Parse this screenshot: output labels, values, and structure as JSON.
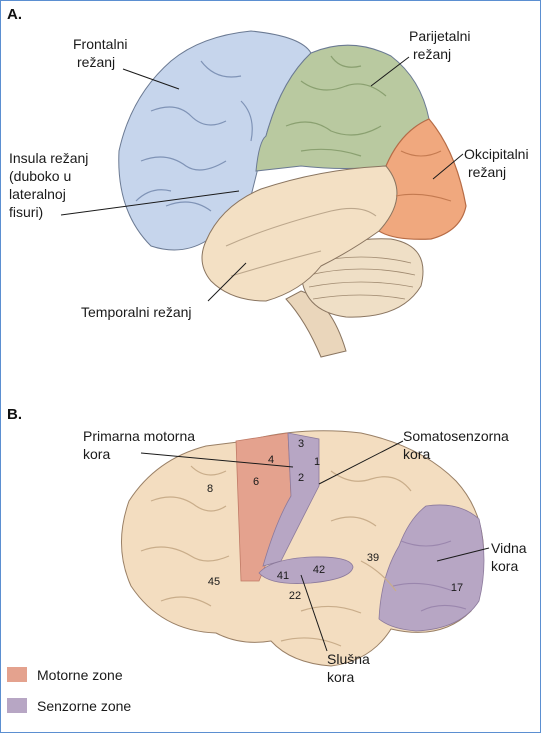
{
  "colors": {
    "frontal": "#c6d5ec",
    "parietal": "#b9c9a0",
    "occipital": "#f0a87e",
    "temporal": "#f3e0c4",
    "cerebellum": "#efdfc6",
    "motor": "#e4a28e",
    "sensory": "#b7a6c4",
    "cortex": "#f3ddc0",
    "border": "#5b8fd1"
  },
  "panel_a": {
    "letter": "A.",
    "labels": {
      "frontal_1": "Frontalni",
      "frontal_2": "režanj",
      "parietal_1": "Parijetalni",
      "parietal_2": "režanj",
      "occipital_1": "Okcipitalni",
      "occipital_2": "režanj",
      "insula_1": "Insula režanj",
      "insula_2": "(duboko u",
      "insula_3": "lateralnoj",
      "insula_4": "fisuri)",
      "temporal": "Temporalni režanj"
    }
  },
  "panel_b": {
    "letter": "B.",
    "labels": {
      "motor_1": "Primarna motorna",
      "motor_2": "kora",
      "somato_1": "Somatosenzorna",
      "somato_2": "kora",
      "visual_1": "Vidna",
      "visual_2": "kora",
      "auditory_1": "Slušna",
      "auditory_2": "kora"
    },
    "areas": {
      "a3": "3",
      "a1": "1",
      "a4": "4",
      "a2": "2",
      "a6": "6",
      "a8": "8",
      "a39": "39",
      "a42": "42",
      "a41": "41",
      "a45": "45",
      "a22": "22",
      "a17": "17"
    }
  },
  "legend": {
    "motor": "Motorne zone",
    "sensory": "Senzorne zone"
  }
}
